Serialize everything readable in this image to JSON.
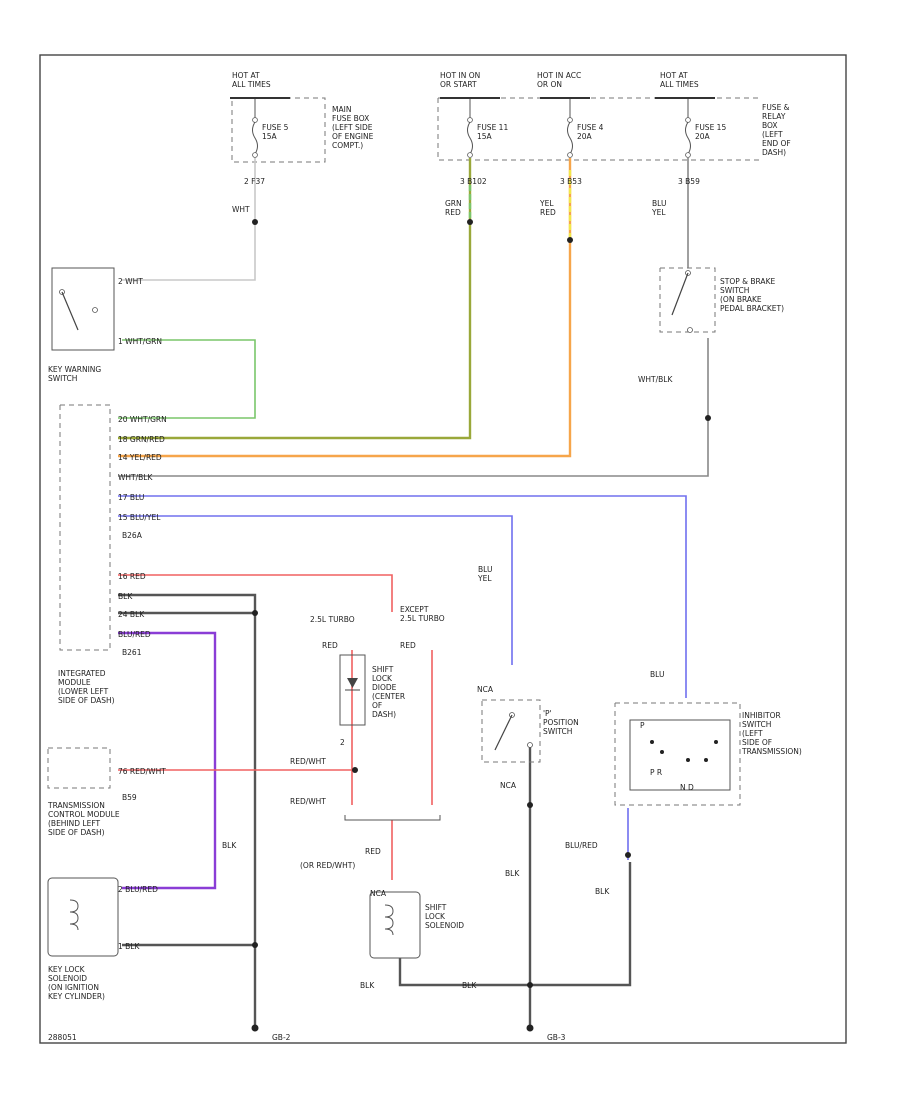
{
  "colors": {
    "blk": "#555555",
    "wht": "#c8c8c8",
    "grn": "#7ac66a",
    "olive": "#9aa83a",
    "yel": "#f2e84a",
    "orange": "#f6a54a",
    "red": "#f06060",
    "blue": "#7070ee",
    "purple": "#8a3dd6",
    "gray": "#888888"
  },
  "power": {
    "hot1": "HOT AT\nALL TIMES",
    "hot2": "HOT IN ON\nOR START",
    "hot3": "HOT IN ACC\nOR ON",
    "hot4": "HOT AT\nALL TIMES",
    "fuse5": "FUSE 5\n15A",
    "fuse11": "FUSE 11\n15A",
    "fuse4": "FUSE 4\n20A",
    "fuse15": "FUSE 15\n20A",
    "mainfusebox": "MAIN\nFUSE BOX\n(LEFT SIDE\nOF ENGINE\nCOMPT.)",
    "fuserelaybox": "FUSE &\nRELAY\nBOX\n(LEFT\nEND OF\nDASH)",
    "conn1": "2  F37",
    "conn2": "3  B102",
    "conn3": "3  B53",
    "conn4": "3  B59"
  },
  "wires": {
    "wht": "WHT",
    "grnred": "GRN\nRED",
    "yelred": "YEL\nRED",
    "bluyel_top": "BLU\nYEL",
    "whtblk": "WHT/BLK",
    "bluyel": "BLU\nYEL",
    "red1": "RED",
    "red2": "RED",
    "redwht": "RED/WHT",
    "redwht2": "RED/WHT",
    "red3": "RED",
    "orredwht": "(OR RED/WHT)",
    "blk1": "BLK",
    "blk2": "BLK",
    "blk3": "BLK",
    "blk4": "BLK",
    "nca1": "NCA",
    "nca2": "NCA",
    "nca3": "NCA",
    "blu": "BLU",
    "blured": "BLU/RED",
    "blk5": "BLK"
  },
  "module_pins": {
    "p1": "20  WHT/GRN",
    "p2": "18  GRN/RED",
    "p3": "14  YEL/RED",
    "p4": "  WHT/BLK",
    "p5": "17  BLU",
    "p6": "15  BLU/YEL",
    "p7": "16  RED",
    "p8": "   BLK",
    "p9": "24  BLK",
    "p10": "   BLU/RED"
  },
  "components": {
    "key_warning": "KEY WARNING\nSWITCH",
    "kw_pin1": "2  WHT",
    "kw_pin2": "1  WHT/GRN",
    "stop_brake": "STOP & BRAKE\nSWITCH\n(ON BRAKE\nPEDAL BRACKET)",
    "integrated": "INTEGRATED\nMODULE\n(LOWER LEFT\nSIDE OF DASH)",
    "b26a": "B26A",
    "b261": "B261",
    "tcm": "TRANSMISSION\nCONTROL MODULE\n(BEHIND LEFT\nSIDE OF DASH)",
    "tcm_pin": "76  RED/WHT",
    "b59": "B59",
    "keylock": "KEY LOCK\nSOLENOID\n(ON IGNITION\nKEY CYLINDER)",
    "kl_pin1": "2  BLU/RED",
    "kl_pin2": "1  BLK",
    "lnote1": "2.5L TURBO",
    "lnote2": "EXCEPT\n2.5L TURBO",
    "diode": "SHIFT\nLOCK\nDIODE\n(CENTER\nOF\nDASH)",
    "diode_pin": "2",
    "p_switch": "'P'\nPOSITION\nSWITCH",
    "inhibitor": "INHIBITOR\nSWITCH\n(LEFT\nSIDE OF\nTRANSMISSION)",
    "inh_row1": "P R",
    "inh_row2": "N D",
    "inh_p": "P",
    "solenoid": "SHIFT\nLOCK\nSOLENOID",
    "ground1": "GB-2",
    "ground2": "GB-3",
    "drawing_id": "288051"
  }
}
